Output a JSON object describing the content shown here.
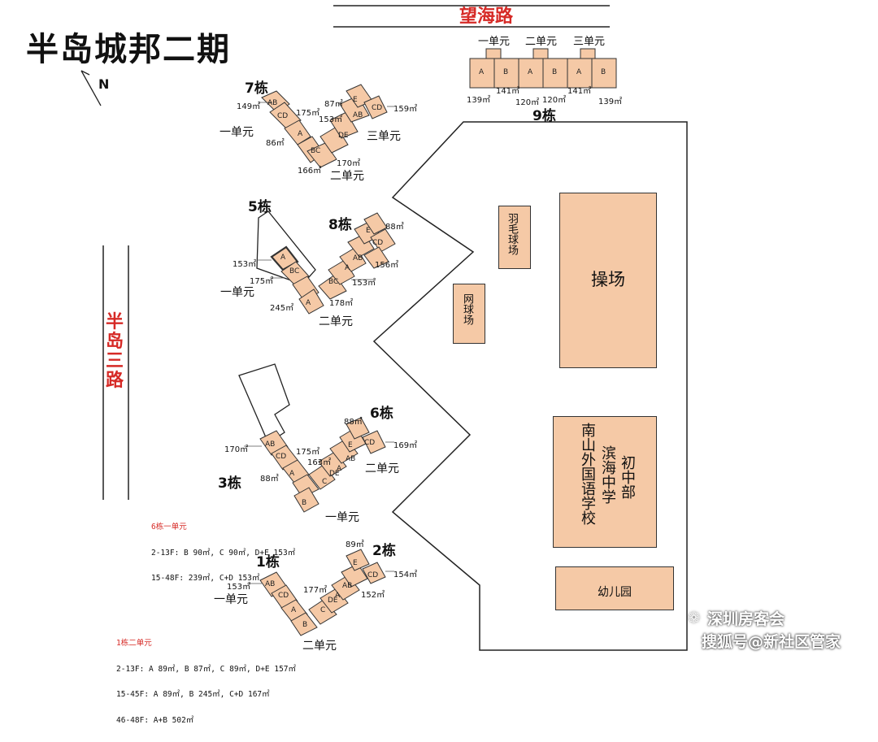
{
  "title": "半岛城邦二期",
  "north_label": "N",
  "roads": {
    "top": "望海路",
    "left": "半岛三路"
  },
  "facilities": {
    "playground": "操场",
    "badminton": "羽毛球场",
    "tennis": "网球场",
    "school_main": "南山外国语学校",
    "school_sub": "滨海中学",
    "school_dept": "初中部",
    "kindergarten": "幼儿园"
  },
  "buildings": {
    "b9": {
      "name": "9栋",
      "units": [
        "一单元",
        "二单元",
        "三单元"
      ],
      "areas": [
        "139㎡",
        "141㎡",
        "120㎡",
        "120㎡",
        "141㎡",
        "139㎡"
      ]
    },
    "b7": {
      "name": "7栋",
      "units": [
        "一单元",
        "二单元",
        "三单元"
      ],
      "areas": [
        "149㎡",
        "175㎡",
        "86㎡",
        "166㎡",
        "87㎡",
        "153㎡",
        "159㎡",
        "170㎡"
      ]
    },
    "b5": {
      "name": "5栋",
      "units": [
        "一单元"
      ],
      "areas": [
        "153㎡",
        "175㎡",
        "245㎡"
      ]
    },
    "b8": {
      "name": "8栋",
      "units": [
        "二单元"
      ],
      "areas": [
        "88㎡",
        "156㎡",
        "153㎡",
        "178㎡"
      ]
    },
    "b3": {
      "name": "3栋",
      "units": [
        "一单元"
      ],
      "areas": [
        "170㎡",
        "175㎡",
        "88㎡"
      ]
    },
    "b6": {
      "name": "6栋",
      "units": [
        "二单元"
      ],
      "areas": [
        "88㎡",
        "163㎡",
        "169㎡"
      ]
    },
    "b1": {
      "name": "1栋",
      "units": [
        "一单元",
        "二单元"
      ],
      "areas": [
        "153㎡",
        "177㎡"
      ]
    },
    "b2": {
      "name": "2栋",
      "units": [],
      "areas": [
        "89㎡",
        "154㎡",
        "152㎡"
      ]
    }
  },
  "notes_6": {
    "header": "6栋一单元",
    "lines": [
      "2-13F: B 90㎡, C 90㎡, D+E 153㎡",
      "15-48F: 239㎡, C+D 153㎡"
    ]
  },
  "notes_1": {
    "header": "1栋二单元",
    "lines": [
      "2-13F: A 89㎡, B 87㎡, C 89㎡, D+E 157㎡",
      "15-45F: A 89㎡, B 245㎡, C+D 167㎡",
      "46-48F: A+B 502㎡"
    ]
  },
  "watermark": {
    "line1": "深圳房客会",
    "line2": "搜狐号@新社区管家"
  },
  "colors": {
    "unit_fill": "#f5c9a6",
    "road_red": "#d62a26"
  }
}
